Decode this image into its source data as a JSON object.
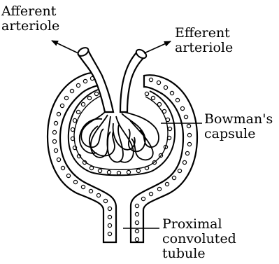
{
  "labels": {
    "afferent": {
      "line1": "Afferent",
      "line2": "arteriole"
    },
    "efferent": {
      "line1": "Efferent",
      "line2": "arteriole"
    },
    "bowman": {
      "line1": "Bowman's",
      "line2": "capsule"
    },
    "pct": {
      "line1": "Proximal",
      "line2": "convoluted",
      "line3": "tubule"
    }
  }
}
